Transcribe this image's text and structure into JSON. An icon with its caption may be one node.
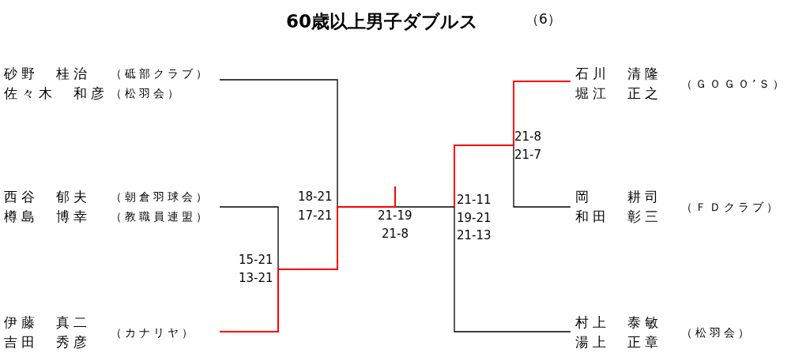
{
  "diagram": {
    "title": "60歳以上男子ダブルス",
    "nodes": [
      {
        "text": [
          "砂野　桂治",
          "（砥部クラブ）",
          "佐々木　和彦",
          "（松羽会）"
        ]
      },
      {
        "text": [
          "西谷　郁夫",
          "（朝倉羽球会）",
          "樽島　博幸",
          "（教職員連盟）"
        ]
      },
      {
        "text": [
          "伊藤　真二",
          "吉田　秀彦",
          "（カナリヤ）"
        ]
      },
      {
        "text": [
          "石川　清隆",
          "堀江　正之",
          "（ＧＯＧＯ’Ｓ）"
        ]
      },
      {
        "text": [
          "岡　　耕司",
          "和田　彰三",
          "（ＦＤクラブ）"
        ]
      },
      {
        "text": [
          "村上　泰敏",
          "湯上　正章",
          "（松羽会）"
        ]
      }
    ],
    "labels": [
      "（6）",
      "21-8",
      "21-7",
      "18-21",
      "17-21",
      "21-11",
      "19-21",
      "21-13",
      "21-19",
      "21-8",
      "15-21",
      "13-21"
    ]
  }
}
